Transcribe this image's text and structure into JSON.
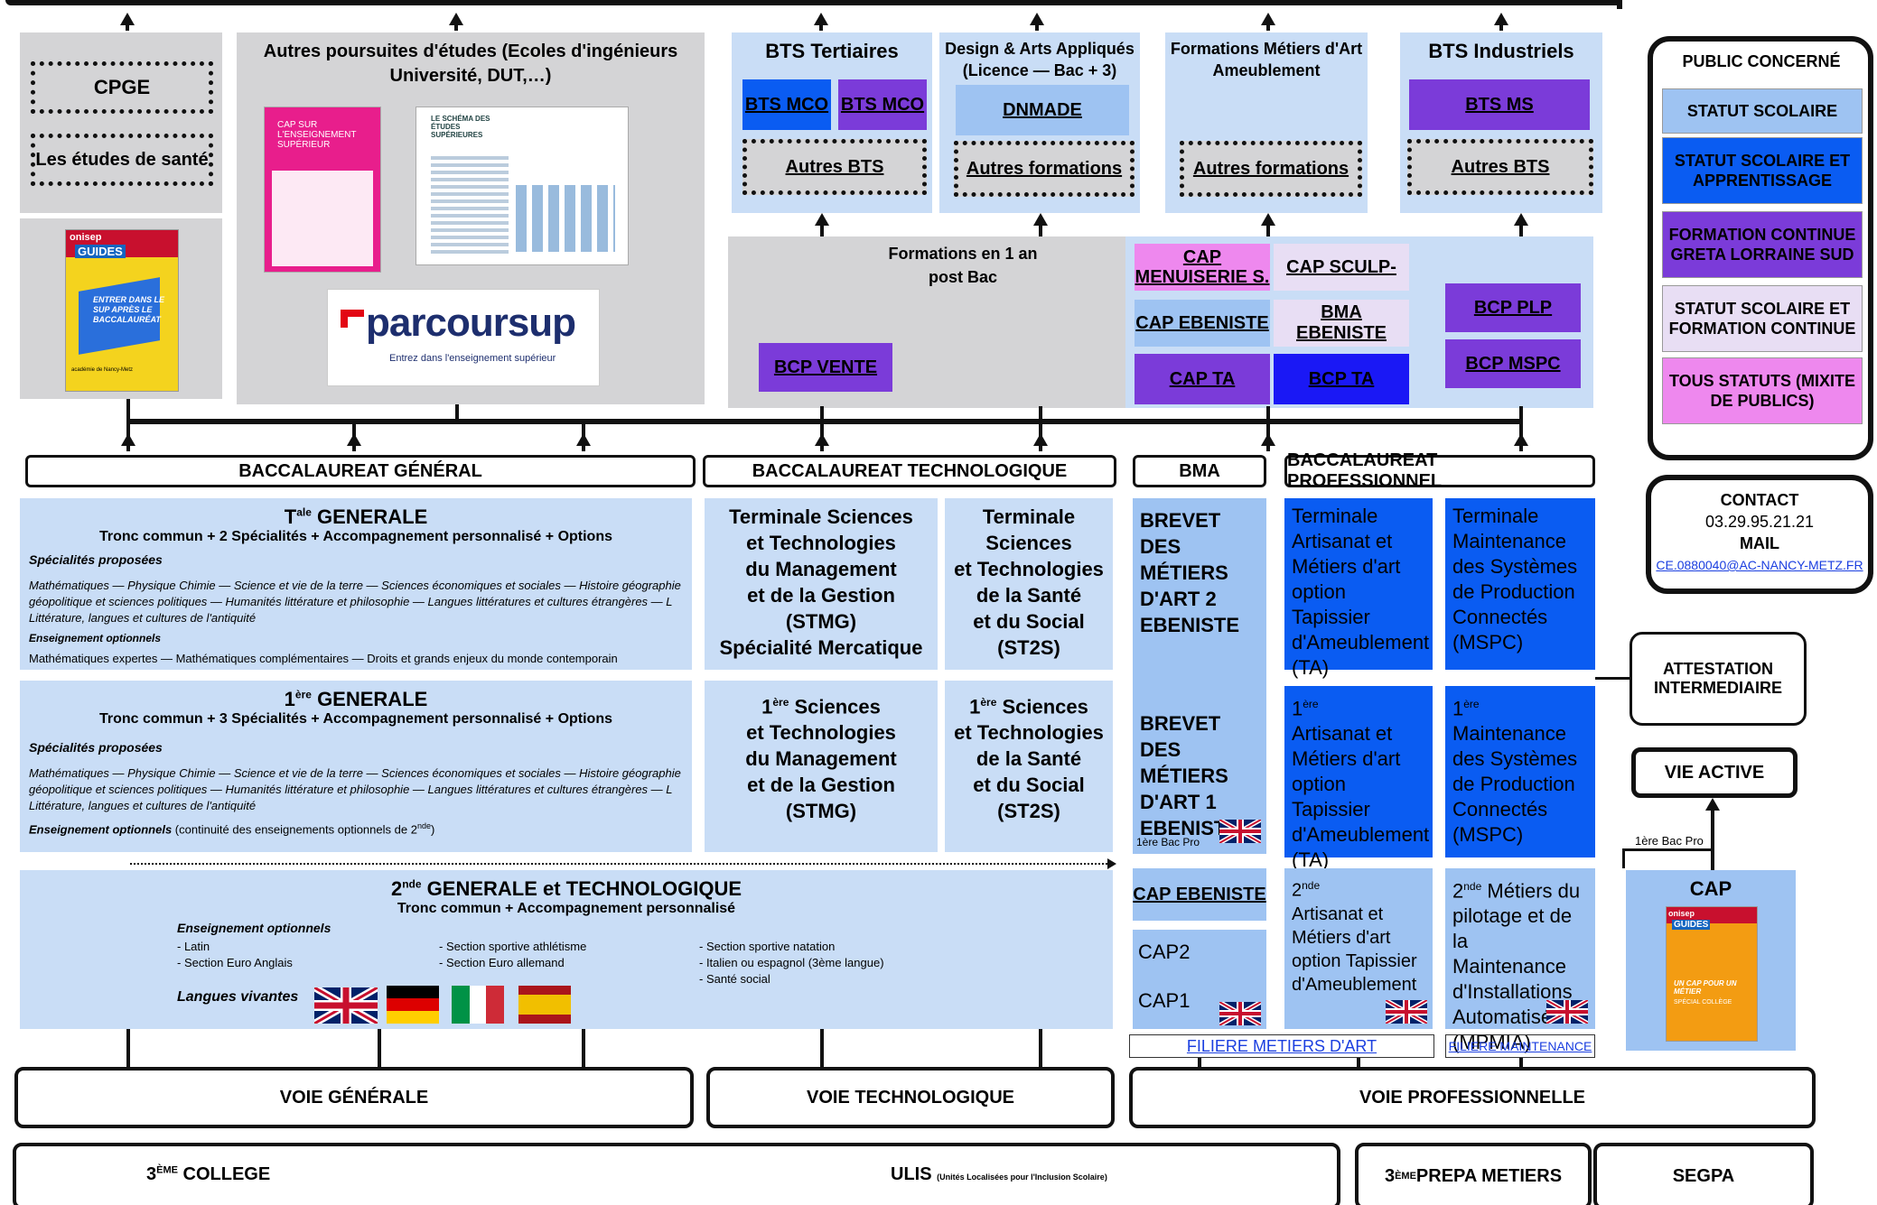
{
  "top": {
    "cpge": "CPGE",
    "sante": "Les études de santé",
    "autres_title": "Autres poursuites d'études (Ecoles d'ingénieurs Université, DUT,…)",
    "bts_tert": "BTS Tertiaires",
    "bts_mco1": "BTS MCO",
    "bts_mco2": "BTS MCO",
    "autres_bts1": "Autres BTS",
    "design": "Design & Arts Appliqués (Licence — Bac + 3)",
    "dnmade": "DNMADE",
    "autres_form1": "Autres formations",
    "metiers_art": "Formations Métiers d'Art Ameublement",
    "autres_form2": "Autres formations",
    "bts_ind": "BTS Industriels",
    "bts_ms": "BTS MS",
    "autres_bts2": "Autres BTS"
  },
  "images": {
    "onisep_brand": "onisep",
    "onisep_guides": "GUIDES",
    "onisep_text": "ENTRER DANS LE SUP APRÈS LE BACCALAURÉAT",
    "onisep_acad": "académie de Nancy-Metz",
    "cap_sup": "CAP SUR L'ENSEIGNEMENT SUPÉRIEUR",
    "schema": "LE SCHÉMA DES ÉTUDES SUPÉRIEURES",
    "parcoursup": "parcoursup",
    "parcoursup_sub": "Entrez dans l'enseignement supérieur",
    "cap_guides_text": "UN CAP POUR UN MÉTIER",
    "cap_guides_sub": "SPÉCIAL COLLÈGE"
  },
  "formations1an": {
    "title": "Formations en 1 an post Bac",
    "bcp_vente": "BCP VENTE",
    "cap_menuiserie": "CAP MENUISERIE S.",
    "cap_sculp": "CAP SCULP-",
    "cap_ebeniste": "CAP EBENISTE",
    "bma_ebeniste": "BMA EBENISTE",
    "cap_ta": "CAP TA",
    "bcp_ta": "BCP TA",
    "bcp_plp": "BCP PLP",
    "bcp_mspc": "BCP MSPC"
  },
  "bacs": {
    "general": "BACCALAUREAT GÉNÉRAL",
    "techno": "BACCALAUREAT TECHNOLOGIQUE",
    "bma": "BMA",
    "pro": "BACCALAUREAT PROFESSIONNEL"
  },
  "tale": {
    "title_pre": "T",
    "title_sup": "ale",
    "title_post": " GENERALE",
    "sub": "Tronc commun + 2 Spécialités + Accompagnement personnalisé + Options",
    "spec_label": "Spécialités proposées",
    "spec": "Mathématiques — Physique Chimie — Science et vie de la terre — Sciences économiques et sociales — Histoire géographie géopolitique et sciences politiques — Humanités littérature et philosophie — Langues littératures et cultures étrangères — L Littérature, langues et cultures de l'antiquité",
    "opt_label": "Enseignement optionnels",
    "opt": "Mathématiques expertes — Mathématiques complémentaires — Droits et grands enjeux du monde contemporain"
  },
  "premiere": {
    "title_pre": "1",
    "title_sup": "ère",
    "title_post": " GENERALE",
    "sub": "Tronc commun + 3 Spécialités + Accompagnement personnalisé + Options",
    "spec_label": "Spécialités proposées",
    "spec": "Mathématiques — Physique Chimie — Science et vie de la terre — Sciences économiques et sociales — Histoire géographie géopolitique et sciences politiques — Humanités littérature et philosophie — Langues littératures et cultures étrangères — L Littérature, langues et cultures de l'antiquité",
    "opt_label": "Enseignement optionnels",
    "opt_rest": " (continuité des enseignements optionnels de 2",
    "opt_sup": "nde",
    "opt_close": ")"
  },
  "seconde": {
    "title_pre": "2",
    "title_sup": "nde",
    "title_post": " GENERALE et TECHNOLOGIQUE",
    "sub": "Tronc commun + Accompagnement personnalisé",
    "opt_label": "Enseignement optionnels",
    "col1": [
      "- Latin",
      "- Section Euro Anglais"
    ],
    "col2": [
      "- Section sportive athlétisme",
      "- Section Euro allemand"
    ],
    "col3": [
      "- Section sportive natation",
      "- Italien ou espagnol (3ème langue)",
      "- Santé social"
    ],
    "langues": "Langues vivantes"
  },
  "techno": {
    "tstmg": [
      "Terminale Sciences",
      "et Technologies",
      "du Management",
      "et de la Gestion",
      "(STMG)",
      "Spécialité Mercatique"
    ],
    "tst2s": [
      "Terminale Sciences",
      "et Technologies",
      "de la Santé",
      "et du Social",
      "(ST2S)"
    ],
    "p_stmg_pre": "1",
    "p_stmg_sup": "ère",
    "p_stmg": [
      " Sciences",
      "et Technologies",
      "du Management",
      "et de la Gestion",
      "(STMG)"
    ],
    "p_st2s_pre": "1",
    "p_st2s_sup": "ère",
    "p_st2s": [
      " Sciences",
      "et Technologies",
      "de la Santé",
      "et du Social",
      "(ST2S)"
    ]
  },
  "bma": {
    "b2": [
      "BREVET",
      "DES MÉTIERS",
      "D'ART 2",
      "EBENISTE"
    ],
    "b1": [
      "BREVET",
      "DES MÉTIERS",
      "D'ART 1",
      "EBENISTE"
    ],
    "bac_pro_note": "1ère Bac Pro",
    "cap_ebeniste": "CAP EBENISTE",
    "cap2": "CAP2",
    "cap1": "CAP1"
  },
  "pro": {
    "t_ta": [
      "Terminale",
      "Artisanat et",
      "Métiers d'art",
      "option Tapissier",
      "d'Ameublement",
      "(TA)"
    ],
    "t_mspc": [
      "Terminale",
      "Maintenance",
      "des Systèmes",
      "de Production",
      "Connectés",
      "(MSPC)"
    ],
    "p_ta_sup": "ère",
    "p_ta": [
      "Artisanat et",
      "Métiers d'art",
      "option Tapissier",
      "d'Ameublement",
      "(TA)"
    ],
    "p_mspc_sup": "ère",
    "p_mspc_first": " Maintenance",
    "p_mspc": [
      "des Systèmes",
      "de Production",
      "Connectés",
      "(MSPC)"
    ],
    "s_ta_sup": "nde",
    "s_ta": [
      "Artisanat et",
      "Métiers d'art",
      "option Tapissier",
      "d'Ameublement"
    ],
    "s_mpmia_sup": "nde",
    "s_mpmia_first": " Métiers du",
    "s_mpmia": [
      "pilotage et de la",
      "Maintenance",
      "d'Installations",
      "Automatisées",
      "(MPMIA)"
    ],
    "num1": "1",
    "num2": "2"
  },
  "filieres": {
    "art": "FILIERE METIERS D'ART",
    "maint": "FILIERE MAINTENANCE"
  },
  "voies": {
    "gen": "VOIE GÉNÉRALE",
    "tech": "VOIE TECHNOLOGIQUE",
    "pro": "VOIE PROFESSIONNELLE"
  },
  "bottom": {
    "college_pre": "3",
    "college_sup": "ÈME",
    "college_post": " COLLEGE",
    "ulis": "ULIS",
    "ulis_small": "(Unités Localisées pour l'Inclusion Scolaire)",
    "prepa_pre": "3",
    "prepa_sup": "ÈME",
    "prepa_post": " PREPA METIERS",
    "segpa": "SEGPA"
  },
  "legend": {
    "title": "PUBLIC CONCERNÉ",
    "items": [
      "STATUT SCOLAIRE",
      "STATUT SCOLAIRE ET APPRENTISSAGE",
      "FORMATION CONTINUE GRETA LORRAINE SUD",
      "STATUT SCOLAIRE ET FORMATION CONTINUE",
      "TOUS STATUTS (MIXITE DE PUBLICS)"
    ],
    "colors": [
      "#9ec3f2",
      "#0a5cf2",
      "#7b3bd9",
      "#e8def4",
      "#ee88ee"
    ]
  },
  "contact": {
    "title": "CONTACT",
    "phone": "03.29.95.21.21",
    "mail_label": "MAIL",
    "mail": "CE.0880040@AC-NANCY-METZ.FR"
  },
  "right": {
    "attestation": "ATTESTATION INTERMEDIAIRE",
    "vie_active": "VIE ACTIVE",
    "bac_pro_note": "1ère Bac Pro",
    "cap": "CAP"
  }
}
